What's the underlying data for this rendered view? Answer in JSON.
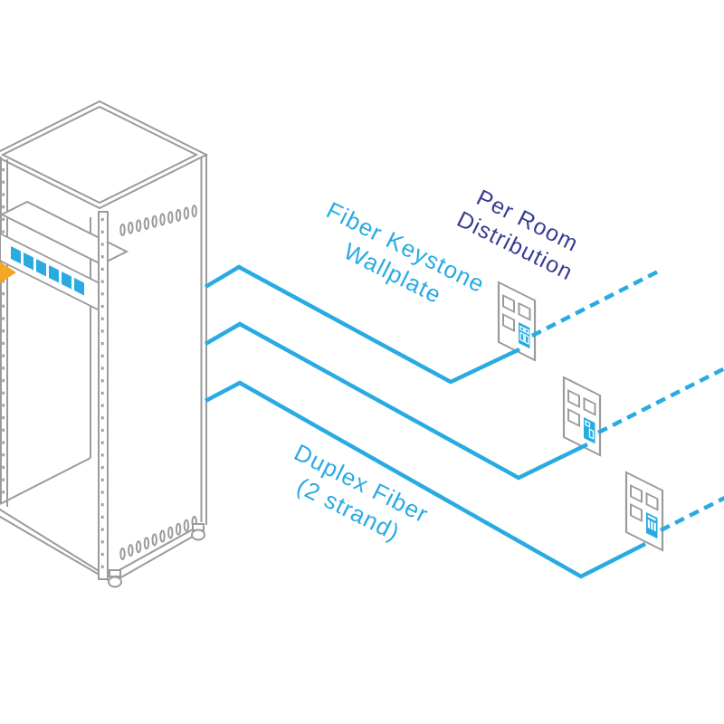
{
  "title": "Fiber keystone wallplate distribution diagram",
  "colors": {
    "fiber_blue": "#29ABE2",
    "distribution_indigo": "#383C93",
    "outline_gray": "#9B9B9B",
    "arrow_orange": "#F5A623",
    "background": "#FFFFFF"
  },
  "labels": {
    "fiber_keystone": {
      "line1": "Fiber Keystone",
      "line2": "Wallplate"
    },
    "per_room": {
      "line1": "Per Room",
      "line2": "Distribution"
    },
    "duplex": {
      "line1": "Duplex Fiber",
      "line2": "(2 strand)"
    }
  },
  "rack": {
    "patch_panel_keystones": 6
  },
  "wallplates": [
    {
      "id": 1,
      "openings": 4,
      "fiber_jacks": 1
    },
    {
      "id": 2,
      "openings": 4,
      "fiber_jacks": 1
    },
    {
      "id": 3,
      "openings": 4,
      "fiber_jacks": 1
    }
  ],
  "links": {
    "solid_fiber_runs": 3,
    "dashed_distribution_runs": 3
  }
}
